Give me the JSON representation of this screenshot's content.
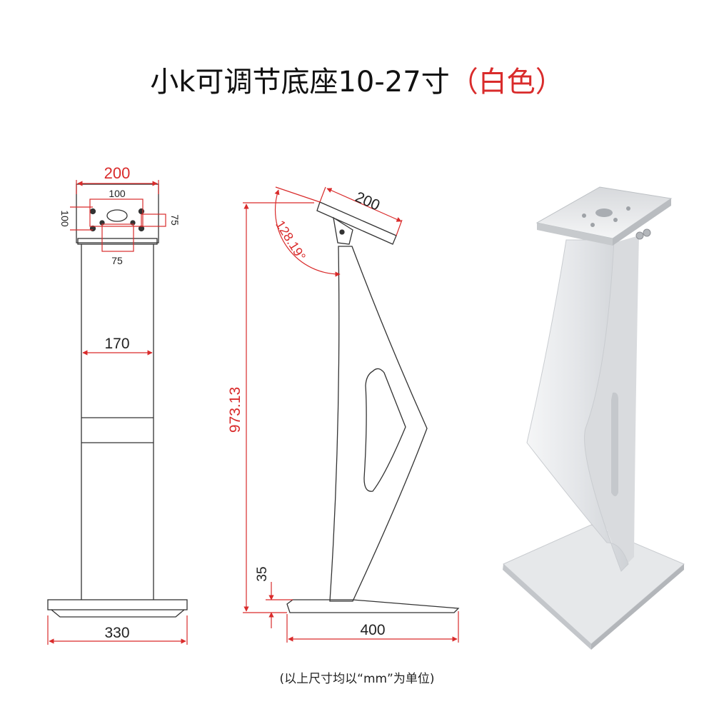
{
  "title": {
    "main": "小k可调节底座10-27寸",
    "accent": "（白色）"
  },
  "colors": {
    "accent": "#d92b2b",
    "line": "#333333",
    "product": "#e9eaec"
  },
  "front_view": {
    "top_plate_width": "200",
    "hole_spacing_top": "100",
    "hole_spacing_left": "100",
    "hole_spacing_right": "75",
    "hole_spacing_bottom": "75",
    "column_width": "170",
    "base_width": "330"
  },
  "side_view": {
    "plate_width": "200",
    "tilt_angle": "128.19°",
    "total_height": "973.13",
    "base_height": "35",
    "base_depth": "400"
  },
  "footnote": "(以上尺寸均以“mm”为单位)"
}
